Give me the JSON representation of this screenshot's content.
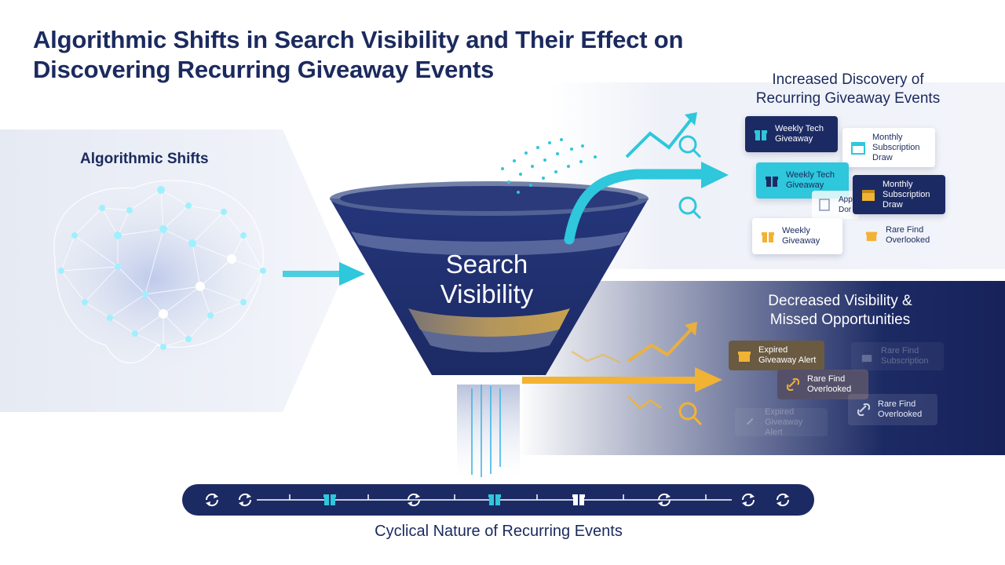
{
  "title_line1": "Algorithmic Shifts in Search Visibility and Their Effect on",
  "title_line2": "Discovering Recurring Giveaway Events",
  "left": {
    "label": "Algorithmic Shifts"
  },
  "funnel": {
    "line1": "Search",
    "line2": "Visibility"
  },
  "increased": {
    "heading_line1": "Increased Discovery of",
    "heading_line2": "Recurring Giveaway Events",
    "cards": [
      {
        "line1": "Weekly Tech",
        "line2": "Giveaway",
        "icon": "gift-icon"
      },
      {
        "line1": "Monthly",
        "line2": "Subscription",
        "line3": "Draw",
        "icon": "calendar-icon"
      },
      {
        "line1": "Weekly Tech",
        "line2": "Giveaway",
        "icon": "gift-icon"
      },
      {
        "line1": "Monthly",
        "line2": "Subscription",
        "line3": "Draw",
        "icon": "calendar-icon"
      },
      {
        "line1": "Weekly",
        "line2": "Giveaway",
        "icon": "gift-icon"
      },
      {
        "line1": "Rare Find",
        "line2": "Overlooked",
        "icon": "gift-icon"
      },
      {
        "line1": "App",
        "line2": "Dor",
        "icon": "document-icon"
      }
    ]
  },
  "decreased": {
    "heading_line1": "Decreased Visibility &",
    "heading_line2": "Missed Opportunities",
    "cards": [
      {
        "line1": "Expired",
        "line2": "Giveaway Alert",
        "icon": "gift-icon"
      },
      {
        "line1": "Rare Find",
        "line2": "Overlooked",
        "icon": "link-icon"
      },
      {
        "line1": "Rare Find",
        "line2": "Overlooked",
        "icon": "link-icon"
      },
      {
        "line1": "Rare Find",
        "line2": "Subscription",
        "icon": "gift-icon"
      },
      {
        "line1": "Expired",
        "line2": "Giveaway Alert",
        "icon": "link-icon"
      }
    ]
  },
  "timeline": {
    "label": "Cyclical Nature of Recurring Events",
    "markers": [
      "refresh-icon",
      "refresh-icon",
      "refresh-icon",
      "gift-icon",
      "refresh-icon",
      "gift-icon",
      "gift-icon",
      "refresh-icon",
      "refresh-icon",
      "refresh-icon"
    ]
  },
  "colors": {
    "navy": "#1c2a64",
    "cyan": "#2ec7dc",
    "amber": "#f2b233",
    "text": "#1b2a5e"
  }
}
